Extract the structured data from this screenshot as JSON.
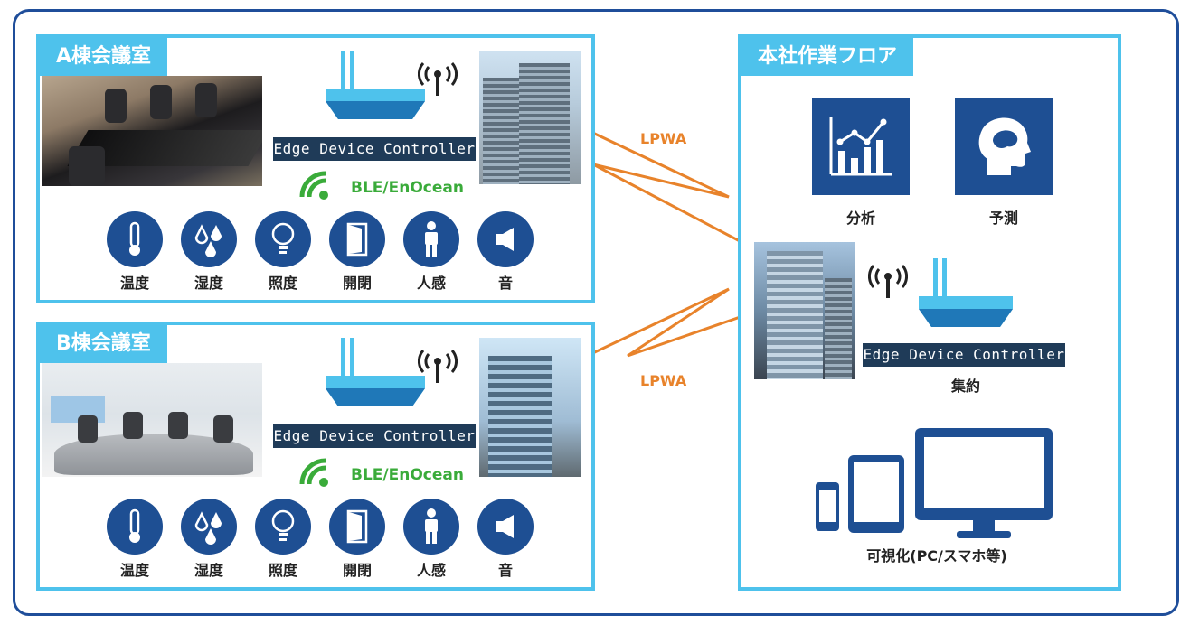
{
  "colors": {
    "frame": "#1f4e9a",
    "panel": "#4ec2ec",
    "icon_bg": "#1e4f93",
    "lpwa": "#e8832b",
    "ble": "#3aab3a"
  },
  "room_a": {
    "title": "A棟会議室",
    "controller_label": "Edge Device Controller",
    "wireless_label": "BLE/EnOcean",
    "sensors": [
      {
        "icon": "thermometer-icon",
        "label": "温度"
      },
      {
        "icon": "droplets-icon",
        "label": "湿度"
      },
      {
        "icon": "lightbulb-icon",
        "label": "照度"
      },
      {
        "icon": "door-icon",
        "label": "開閉"
      },
      {
        "icon": "person-icon",
        "label": "人感"
      },
      {
        "icon": "speaker-icon",
        "label": "音"
      }
    ]
  },
  "room_b": {
    "title": "B棟会議室",
    "controller_label": "Edge Device Controller",
    "wireless_label": "BLE/EnOcean",
    "sensors": [
      {
        "icon": "thermometer-icon",
        "label": "温度"
      },
      {
        "icon": "droplets-icon",
        "label": "湿度"
      },
      {
        "icon": "lightbulb-icon",
        "label": "照度"
      },
      {
        "icon": "door-icon",
        "label": "開閉"
      },
      {
        "icon": "person-icon",
        "label": "人感"
      },
      {
        "icon": "speaker-icon",
        "label": "音"
      }
    ]
  },
  "links": {
    "top_label": "LPWA",
    "bottom_label": "LPWA"
  },
  "hq": {
    "title": "本社作業フロア",
    "analysis_label": "分析",
    "prediction_label": "予測",
    "controller_label": "Edge Device Controller",
    "aggregate_label": "集約",
    "visualize_label": "可視化(PC/スマホ等)"
  }
}
